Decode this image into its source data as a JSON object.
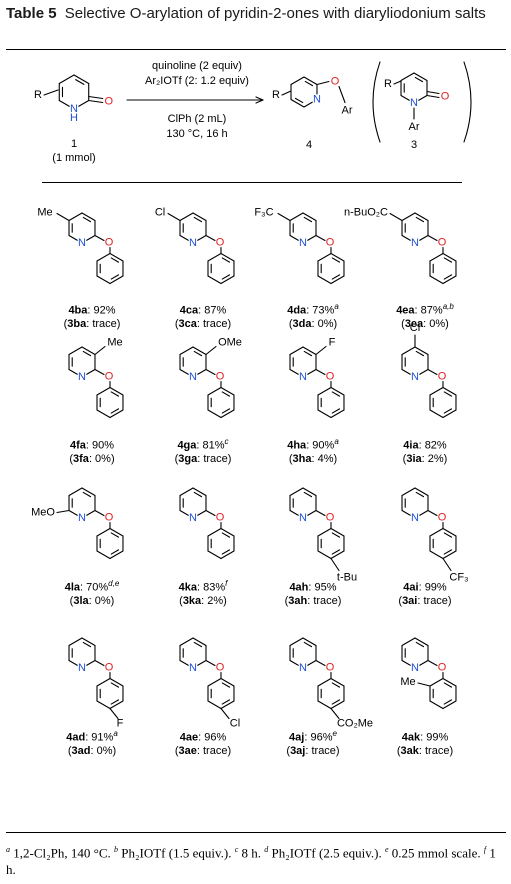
{
  "table": {
    "number": "Table 5",
    "title": "Selective O-arylation of pyridin-2-ones with diaryliodonium salts"
  },
  "scheme": {
    "reactant_number": "1",
    "reactant_amount": "(1 mmol)",
    "condition_1": "quinoline (2 equiv)",
    "condition_2": "Ar₂IOTf (2: 1.2 equiv)",
    "condition_3": "ClPh (2 mL)",
    "condition_4": "130 °C, 16 h",
    "product_O": "4",
    "product_N": "3"
  },
  "entries": [
    {
      "id": "4ba",
      "yield": ": 92%",
      "sup": "",
      "byproduct": "3ba",
      "by_yield": ": trace)"
    },
    {
      "id": "4ca",
      "yield": ": 87%",
      "sup": "",
      "byproduct": "3ca",
      "by_yield": ": trace)"
    },
    {
      "id": "4da",
      "yield": ": 73%",
      "sup": "a",
      "byproduct": "3da",
      "by_yield": ": 0%)"
    },
    {
      "id": "4ea",
      "yield": ": 87%",
      "sup": "a,b",
      "byproduct": "3ea",
      "by_yield": ": 0%)"
    },
    {
      "id": "4fa",
      "yield": ": 90%",
      "sup": "",
      "byproduct": "3fa",
      "by_yield": ": 0%)"
    },
    {
      "id": "4ga",
      "yield": ": 81%",
      "sup": "c",
      "byproduct": "3ga",
      "by_yield": ": trace)"
    },
    {
      "id": "4ha",
      "yield": ": 90%",
      "sup": "a",
      "byproduct": "3ha",
      "by_yield": ": 4%)"
    },
    {
      "id": "4ia",
      "yield": ": 82%",
      "sup": "",
      "byproduct": "3ia",
      "by_yield": ": 2%)"
    },
    {
      "id": "4la",
      "yield": ": 70%",
      "sup": "d,e",
      "byproduct": "3la",
      "by_yield": ": 0%)"
    },
    {
      "id": "4ka",
      "yield": ": 83%",
      "sup": "f",
      "byproduct": "3ka",
      "by_yield": ": 2%)"
    },
    {
      "id": "4ah",
      "yield": ": 95%",
      "sup": "",
      "byproduct": "3ah",
      "by_yield": ": trace)"
    },
    {
      "id": "4ai",
      "yield": ": 99%",
      "sup": "",
      "byproduct": "3ai",
      "by_yield": ": trace)"
    },
    {
      "id": "4ad",
      "yield": ": 91%",
      "sup": "a",
      "byproduct": "3ad",
      "by_yield": ": 0%)"
    },
    {
      "id": "4ae",
      "yield": ": 96%",
      "sup": "",
      "byproduct": "3ae",
      "by_yield": ": trace)"
    },
    {
      "id": "4aj",
      "yield": ": 96%",
      "sup": "e",
      "byproduct": "3aj",
      "by_yield": ": trace)"
    },
    {
      "id": "4ak",
      "yield": ": 99%",
      "sup": "",
      "byproduct": "3ak",
      "by_yield": ": trace)"
    }
  ],
  "substituents": {
    "me": "Me",
    "cl": "Cl",
    "cf3_left": "F₃C",
    "ester": "n-BuO₂C",
    "ome": "OMe",
    "f": "F",
    "meo": "MeO",
    "tbu": "t-Bu",
    "cf3": "CF₃",
    "co2me": "CO₂Me",
    "ar": "Ar",
    "r": "R"
  },
  "atoms": {
    "N": "N",
    "O": "O",
    "H": "H"
  },
  "footnotes": [
    {
      "mark": "a",
      "text": "1,2-Cl₂Ph, 140 °C."
    },
    {
      "mark": "b",
      "text": "Ph₂IOTf (1.5 equiv.)."
    },
    {
      "mark": "c",
      "text": "8 h."
    },
    {
      "mark": "d",
      "text": "Ph₂IOTf (2.5 equiv.)."
    },
    {
      "mark": "e",
      "text": "0.25 mmol scale."
    },
    {
      "mark": "f",
      "text": "1 h."
    }
  ]
}
